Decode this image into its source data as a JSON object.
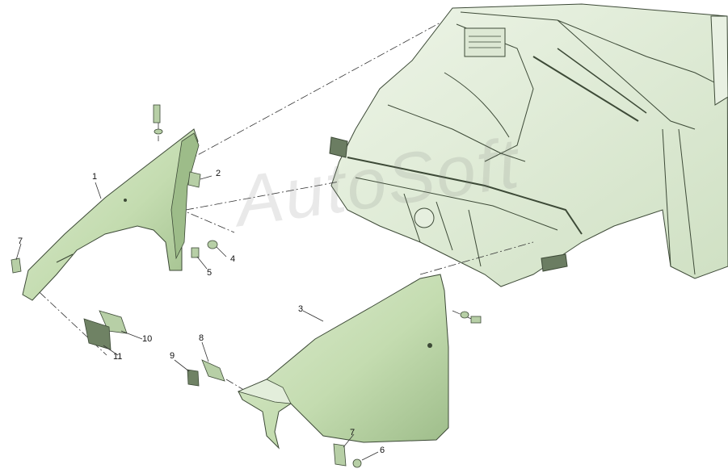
{
  "diagram": {
    "watermark": "AutoSoft",
    "colors": {
      "panel_fill": "#cfe3bd",
      "panel_shade": "#a9c795",
      "outline": "#3d4a37",
      "leader": "#333333"
    },
    "callouts": [
      {
        "id": "c1",
        "label": "1",
        "part": "left-front-fender"
      },
      {
        "id": "c2",
        "label": "2",
        "part": "fender-bracket"
      },
      {
        "id": "c3",
        "label": "3",
        "part": "right-front-fender"
      },
      {
        "id": "c4",
        "label": "4",
        "part": "washer"
      },
      {
        "id": "c5",
        "label": "5",
        "part": "bolt"
      },
      {
        "id": "c6",
        "label": "6",
        "part": "bolt-lower"
      },
      {
        "id": "c7a",
        "label": "7",
        "part": "clip-left"
      },
      {
        "id": "c7b",
        "label": "7",
        "part": "clip-right"
      },
      {
        "id": "c8",
        "label": "8",
        "part": "mudguard-bracket-right"
      },
      {
        "id": "c9",
        "label": "9",
        "part": "seal-right"
      },
      {
        "id": "c10",
        "label": "10",
        "part": "mudguard-bracket-left"
      },
      {
        "id": "c11",
        "label": "11",
        "part": "seal-left"
      }
    ]
  }
}
